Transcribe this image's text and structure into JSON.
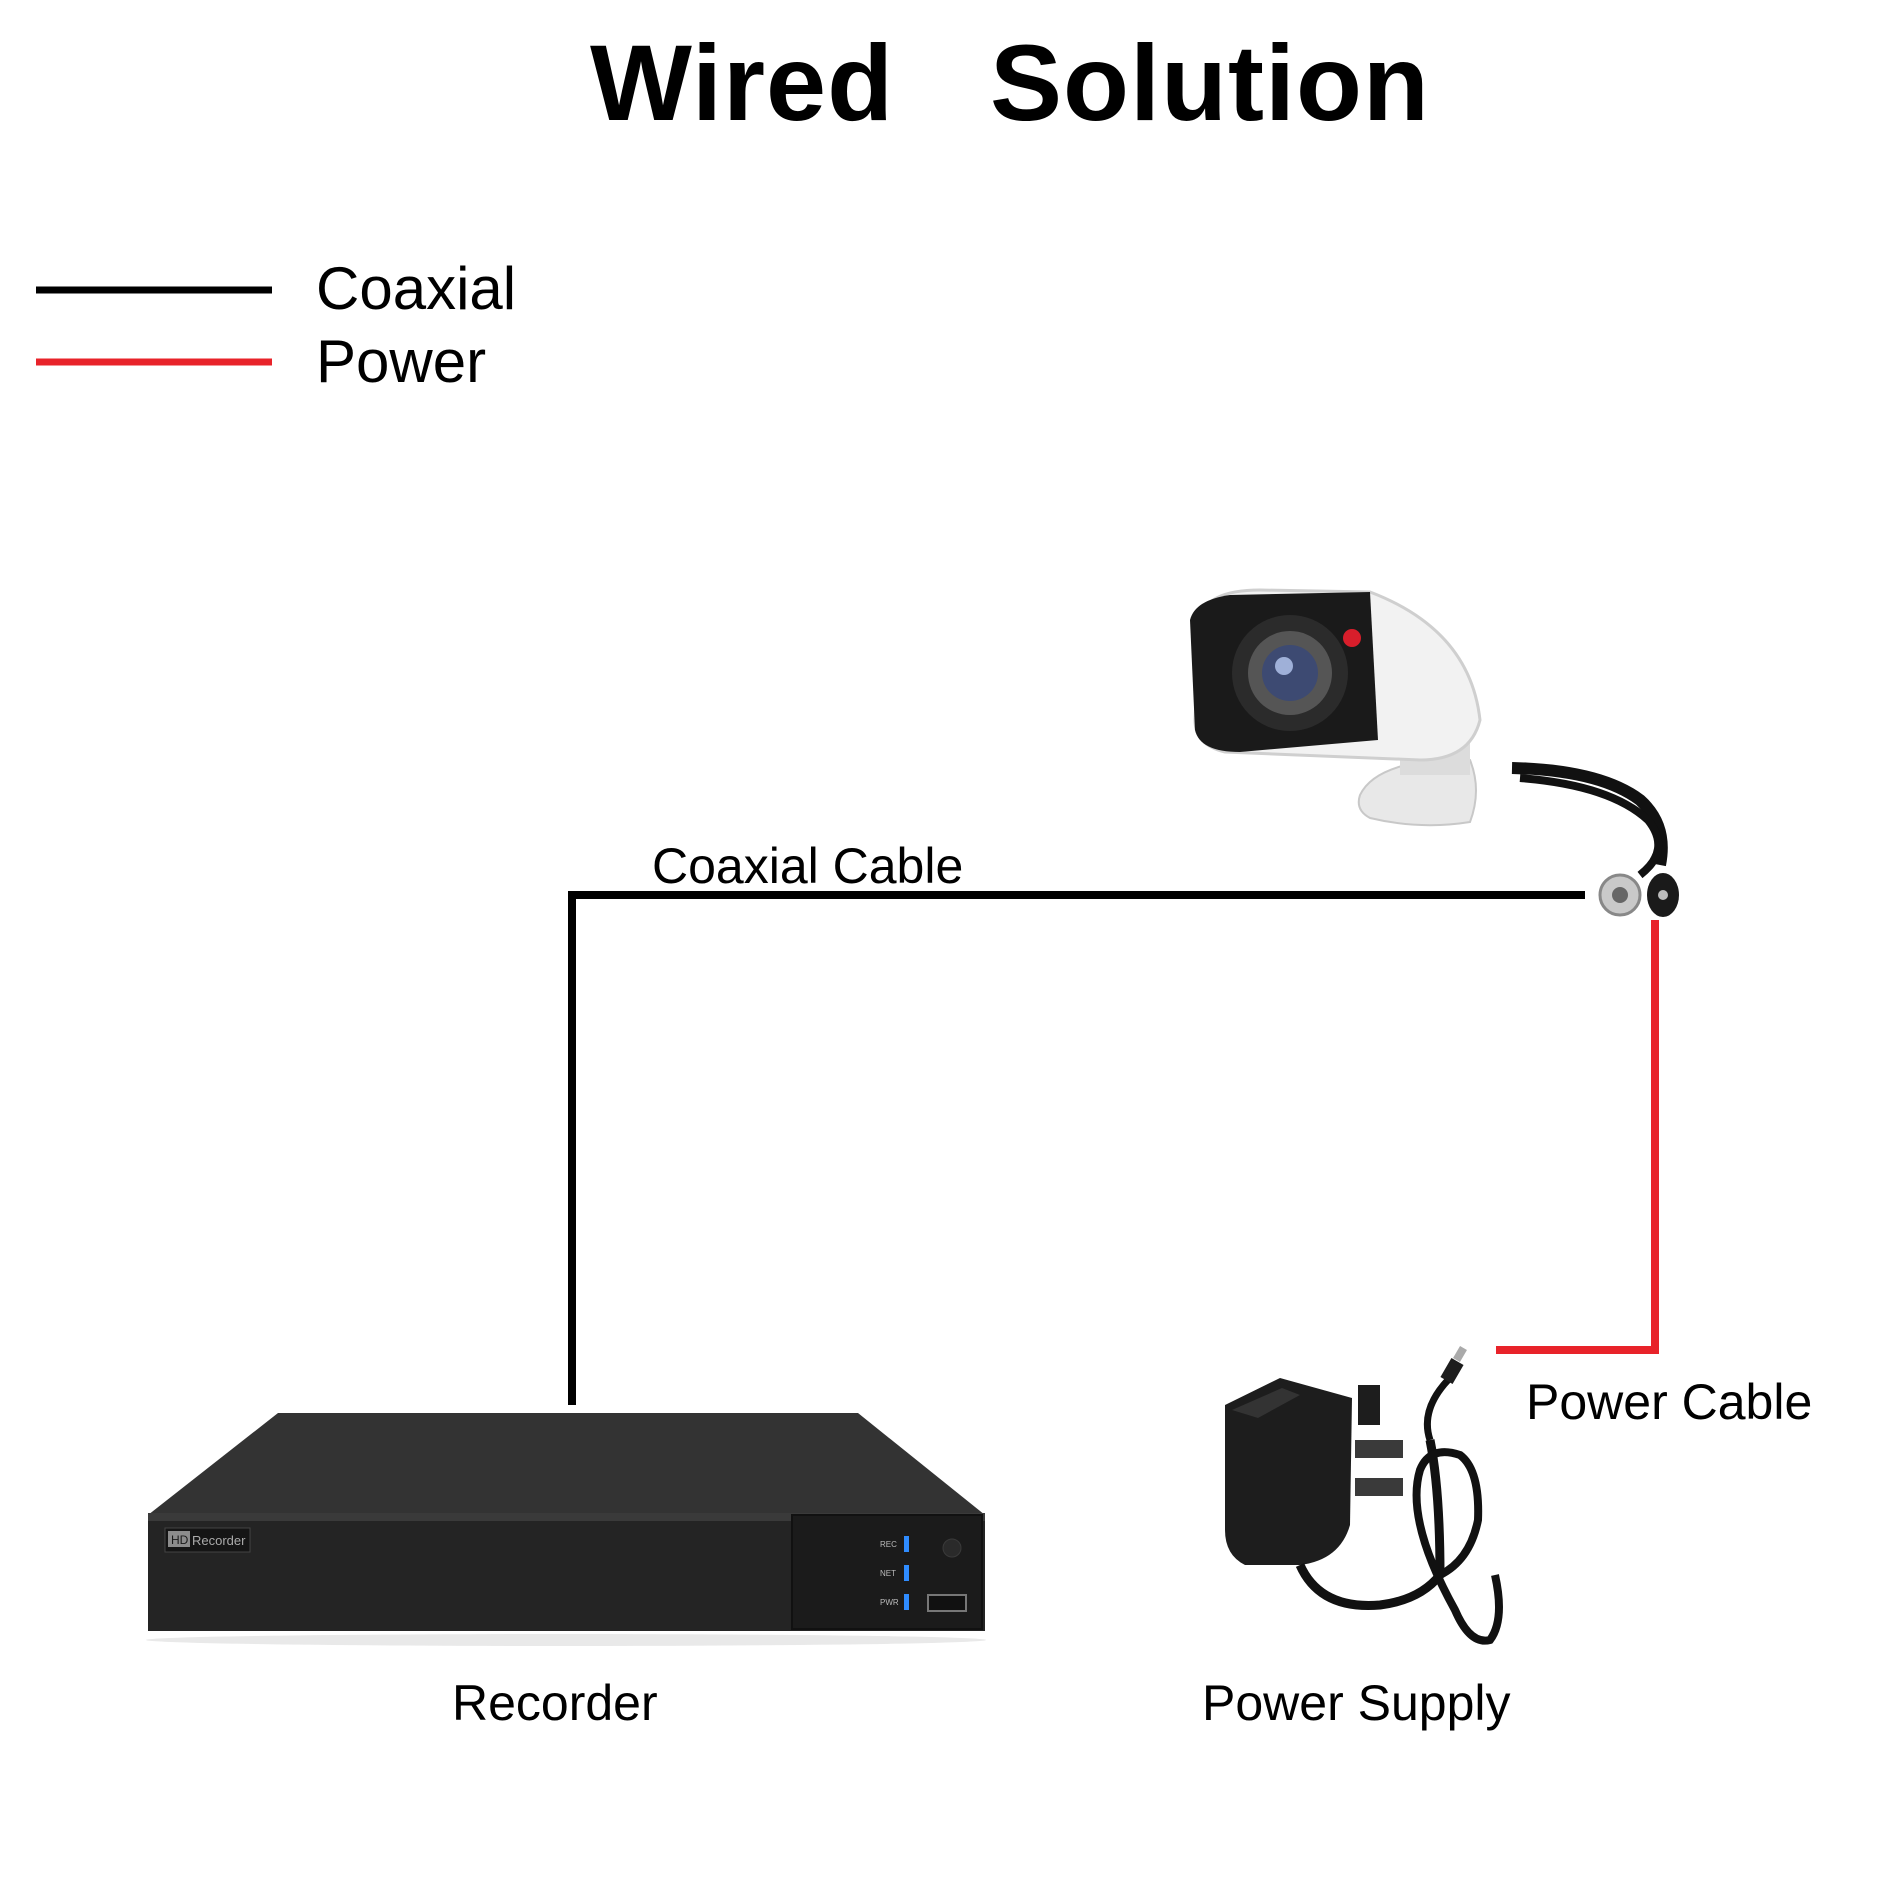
{
  "title": {
    "word1": "Wired",
    "word2": "Solution"
  },
  "legend": [
    {
      "label": "Coaxial",
      "color": "#000000"
    },
    {
      "label": "Power",
      "color": "#e8232a"
    }
  ],
  "labels": {
    "coaxial_cable": "Coaxial Cable",
    "power_cable": "Power Cable",
    "recorder": "Recorder",
    "power_supply": "Power Supply"
  },
  "recorder_panel": {
    "brand_badge": "HD",
    "brand_text": "Recorder",
    "led_rec": "REC",
    "led_net": "NET",
    "led_pwr": "PWR"
  },
  "colors": {
    "coaxial": "#000000",
    "power": "#e8232a",
    "led": "#2f8cff",
    "recorder_body": "#2a2a2a"
  }
}
